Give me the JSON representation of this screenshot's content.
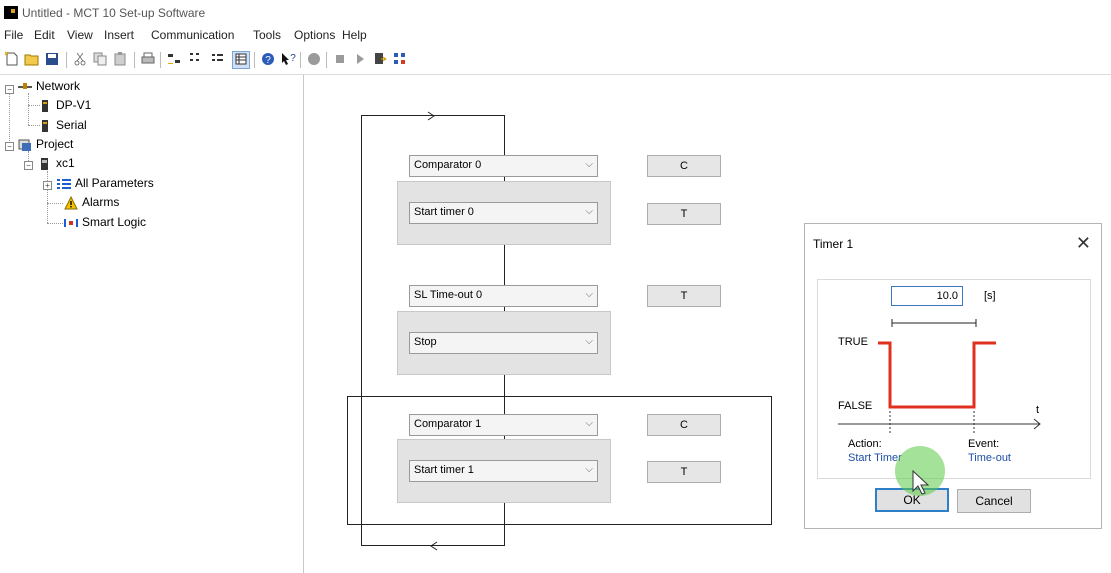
{
  "window": {
    "title": "Untitled - MCT 10 Set-up Software"
  },
  "menu": [
    "File",
    "Edit",
    "View",
    "Insert",
    "Communication",
    "Tools",
    "Options",
    "Help"
  ],
  "toolbar": [
    "new-file-icon",
    "open-folder-icon",
    "save-icon",
    "cut-icon",
    "copy-icon",
    "paste-icon",
    "print-icon",
    "large-icons-icon",
    "small-icons-icon",
    "list-view-icon",
    "details-view-icon",
    "help-icon",
    "context-help-icon",
    "record-icon",
    "stop-icon",
    "play-icon",
    "read-from-drive-icon",
    "write-to-drive-icon"
  ],
  "tree": {
    "network": "Network",
    "dp": "DP-V1",
    "serial": "Serial",
    "project": "Project",
    "xc1": "xc1",
    "params": "All Parameters",
    "alarms": "Alarms",
    "smart": "Smart Logic"
  },
  "logic": {
    "rows": [
      {
        "event": "Comparator 0",
        "event_btn": "C",
        "action": "Start timer 0",
        "action_btn": "T"
      },
      {
        "event": "SL Time-out 0",
        "event_btn": "T",
        "action": "Stop",
        "action_btn": ""
      },
      {
        "event": "Comparator 1",
        "event_btn": "C",
        "action": "Start timer 1",
        "action_btn": "T"
      }
    ]
  },
  "dialog": {
    "title": "Timer 1",
    "close": "✕",
    "value": "10.0",
    "unit": "[s]",
    "true_label": "TRUE",
    "false_label": "FALSE",
    "t_label": "t",
    "action_label": "Action:",
    "action_value": "Start Timer",
    "event_label": "Event:",
    "event_value": "Time-out",
    "ok": "OK",
    "cancel": "Cancel",
    "colors": {
      "signal": "#e0301e",
      "link": "#1f4ea8"
    }
  }
}
